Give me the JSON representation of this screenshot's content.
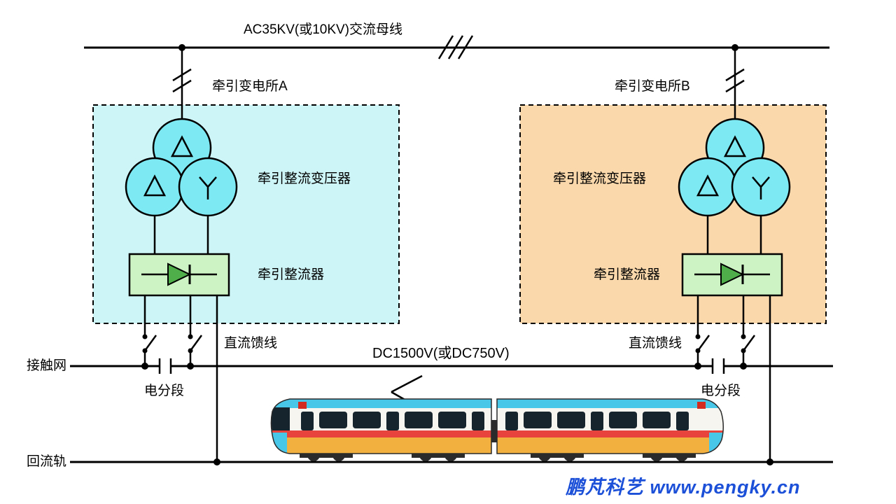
{
  "labels": {
    "ac_bus": "AC35KV(或10KV)交流母线",
    "substation_a": "牵引变电所A",
    "substation_b": "牵引变电所B",
    "transformer": "牵引整流变压器",
    "rectifier": "牵引整流器",
    "dc_feeder": "直流馈线",
    "dc_voltage": "DC1500V(或DC750V)",
    "catenary": "接触网",
    "section_break": "电分段",
    "return_rail": "回流轨"
  },
  "watermark": {
    "text": "鹏芃科艺 www.pengky.cn",
    "color": "#1d50d8"
  },
  "colors": {
    "line": "#000000",
    "substation_a_fill": "#cdf4f6",
    "substation_b_fill": "#fad8ab",
    "transformer_fill": "#7de9f2",
    "rectifier_fill": "#cdf2c3",
    "diode_fill": "#4fae4a",
    "train": {
      "roof": "#49c7e8",
      "body": "#f7f5f0",
      "stripe": "#e8433c",
      "band": "#f2b13e",
      "dark": "#2b2b2b",
      "window": "#16242e",
      "logo": "#d42b20"
    }
  }
}
